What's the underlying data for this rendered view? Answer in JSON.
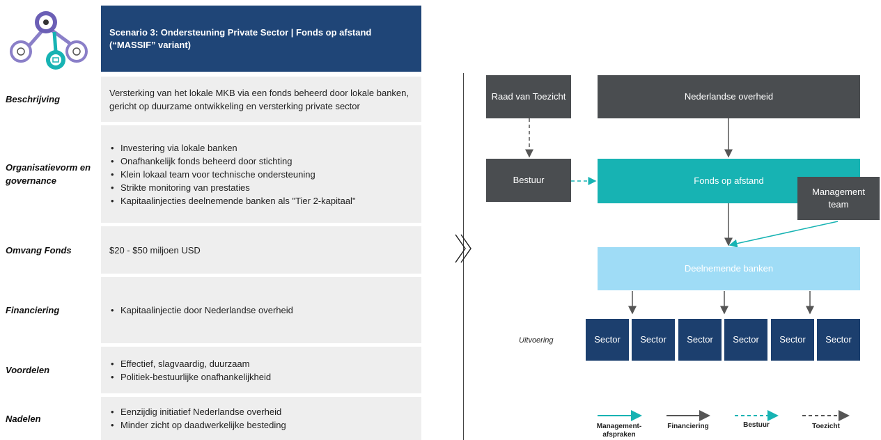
{
  "header": {
    "title": "Scenario 3: Ondersteuning Private Sector | Fonds op afstand (“MASSIF” variant)"
  },
  "rows": [
    {
      "label": "Beschrijving",
      "text": "Versterking van het lokale MKB via een fonds beheerd door lokale banken, gericht op duurzame ontwikkeling en versterking private sector"
    },
    {
      "label": "Organisatievorm en governance",
      "bullets": [
        "Investering via lokale banken",
        "Onafhankelijk fonds beheerd door stichting",
        "Klein lokaal team voor technische ondersteuning",
        "Strikte monitoring van prestaties",
        "Kapitaalinjecties deelnemende banken als \"Tier 2-kapitaal\""
      ]
    },
    {
      "label": "Omvang Fonds",
      "text": "$20 - $50 miljoen USD"
    },
    {
      "label": "Financiering",
      "bullets": [
        "Kapitaalinjectie door Nederlandse overheid"
      ]
    },
    {
      "label": "Voordelen",
      "bullets": [
        "Effectief, slagvaardig, duurzaam",
        "Politiek-bestuurlijke onafhankelijkheid"
      ]
    },
    {
      "label": "Nadelen",
      "bullets": [
        "Eenzijdig initiatief Nederlandse overheid",
        "Minder zicht op daadwerkelijke besteding"
      ]
    }
  ],
  "diagram": {
    "raad": "Raad van Toezicht",
    "overheid": "Nederlandse overheid",
    "bestuur": "Bestuur",
    "fonds": "Fonds op afstand",
    "management": "Management team",
    "banken": "Deelnemende banken",
    "uitvoering": "Uitvoering",
    "sectors": [
      "Sector",
      "Sector",
      "Sector",
      "Sector",
      "Sector",
      "Sector"
    ]
  },
  "legend": {
    "management": "Management-afspraken",
    "financiering": "Financiering",
    "bestuur": "Bestuur",
    "toezicht": "Toezicht"
  },
  "colors": {
    "navy": "#1f4577",
    "dark_gray": "#4a4d50",
    "teal": "#17b3b3",
    "light_blue": "#9fdcf6",
    "sector_navy": "#1c3f6e"
  }
}
